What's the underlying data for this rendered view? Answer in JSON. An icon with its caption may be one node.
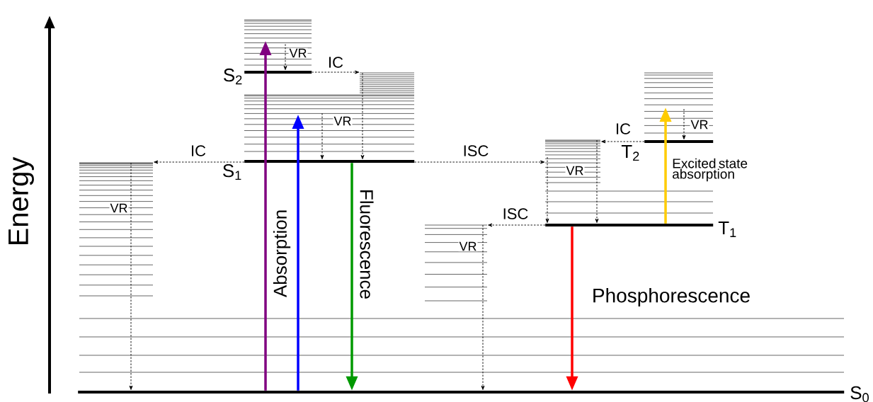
{
  "diagram": {
    "nodes": [
      {
        "text": [
          "S$_{0}$"
        ]
      },
      {
        "text": [
          "S$_{1}$"
        ]
      },
      {
        "text": [
          "S$_{2}$"
        ]
      },
      {
        "text": [
          "T$_{1}$"
        ]
      },
      {
        "text": [
          "T$_{2}$"
        ]
      },
      {
        "text": [],
        "shape": "lines"
      },
      {
        "text": [],
        "shape": "lines"
      },
      {
        "text": [],
        "shape": "lines"
      },
      {
        "text": [],
        "shape": "lines"
      },
      {
        "text": [],
        "shape": "lines"
      },
      {
        "text": [],
        "shape": "lines"
      },
      {
        "text": [],
        "shape": "lines"
      }
    ],
    "edges": [
      {
        "from": 1,
        "to": 5,
        "arrow": "to",
        "label": "IC",
        "style": "dashed"
      },
      {
        "from": 5,
        "to": 0,
        "arrow": "to",
        "label": "VR",
        "style": "dashed"
      },
      {
        "from": 2,
        "to": 7,
        "arrow": "to",
        "label": "IC",
        "style": "dashed"
      },
      {
        "from": 6,
        "to": 2,
        "arrow": "to",
        "label": "VR",
        "style": "dashed"
      },
      {
        "from": 7,
        "to": 1,
        "arrow": "to",
        "style": "dashed"
      },
      {
        "from": 11,
        "to": 1,
        "arrow": "to",
        "label": "VR",
        "style": "dashed"
      },
      {
        "from": 0,
        "to": 6,
        "arrow": "to",
        "label": "Absorption",
        "style": "thick",
        "color": "#800080"
      },
      {
        "from": 0,
        "to": 11,
        "arrow": "to",
        "style": "thick",
        "color": "#0000ff"
      },
      {
        "from": 1,
        "to": 0,
        "arrow": "to",
        "label": "Fluorescence",
        "style": "thick",
        "color": "#009900"
      },
      {
        "from": 1,
        "to": 8,
        "arrow": "to",
        "label": "ISC",
        "style": "dashed"
      },
      {
        "from": 8,
        "to": 3,
        "arrow": "to",
        "label": "VR",
        "style": "dashed"
      },
      {
        "from": 8,
        "to": 3,
        "arrow": "to",
        "style": "dashed"
      },
      {
        "from": 4,
        "to": 8,
        "arrow": "to",
        "label": "IC",
        "style": "dashed"
      },
      {
        "from": 9,
        "to": 4,
        "arrow": "to",
        "label": "VR",
        "style": "dashed"
      },
      {
        "from": 3,
        "to": 9,
        "arrow": "to",
        "label": "Excited state absorption",
        "style": "thick",
        "color": "#ffcc00"
      },
      {
        "from": 3,
        "to": 10,
        "arrow": "to",
        "label": "ISC",
        "style": "dashed"
      },
      {
        "from": 10,
        "to": 0,
        "arrow": "to",
        "label": "VR",
        "style": "dashed"
      },
      {
        "from": 3,
        "to": 0,
        "arrow": "to",
        "label": "Phosphorescence",
        "style": "thick",
        "color": "#ff0000"
      }
    ],
    "labels": [
      "Energy"
    ]
  }
}
